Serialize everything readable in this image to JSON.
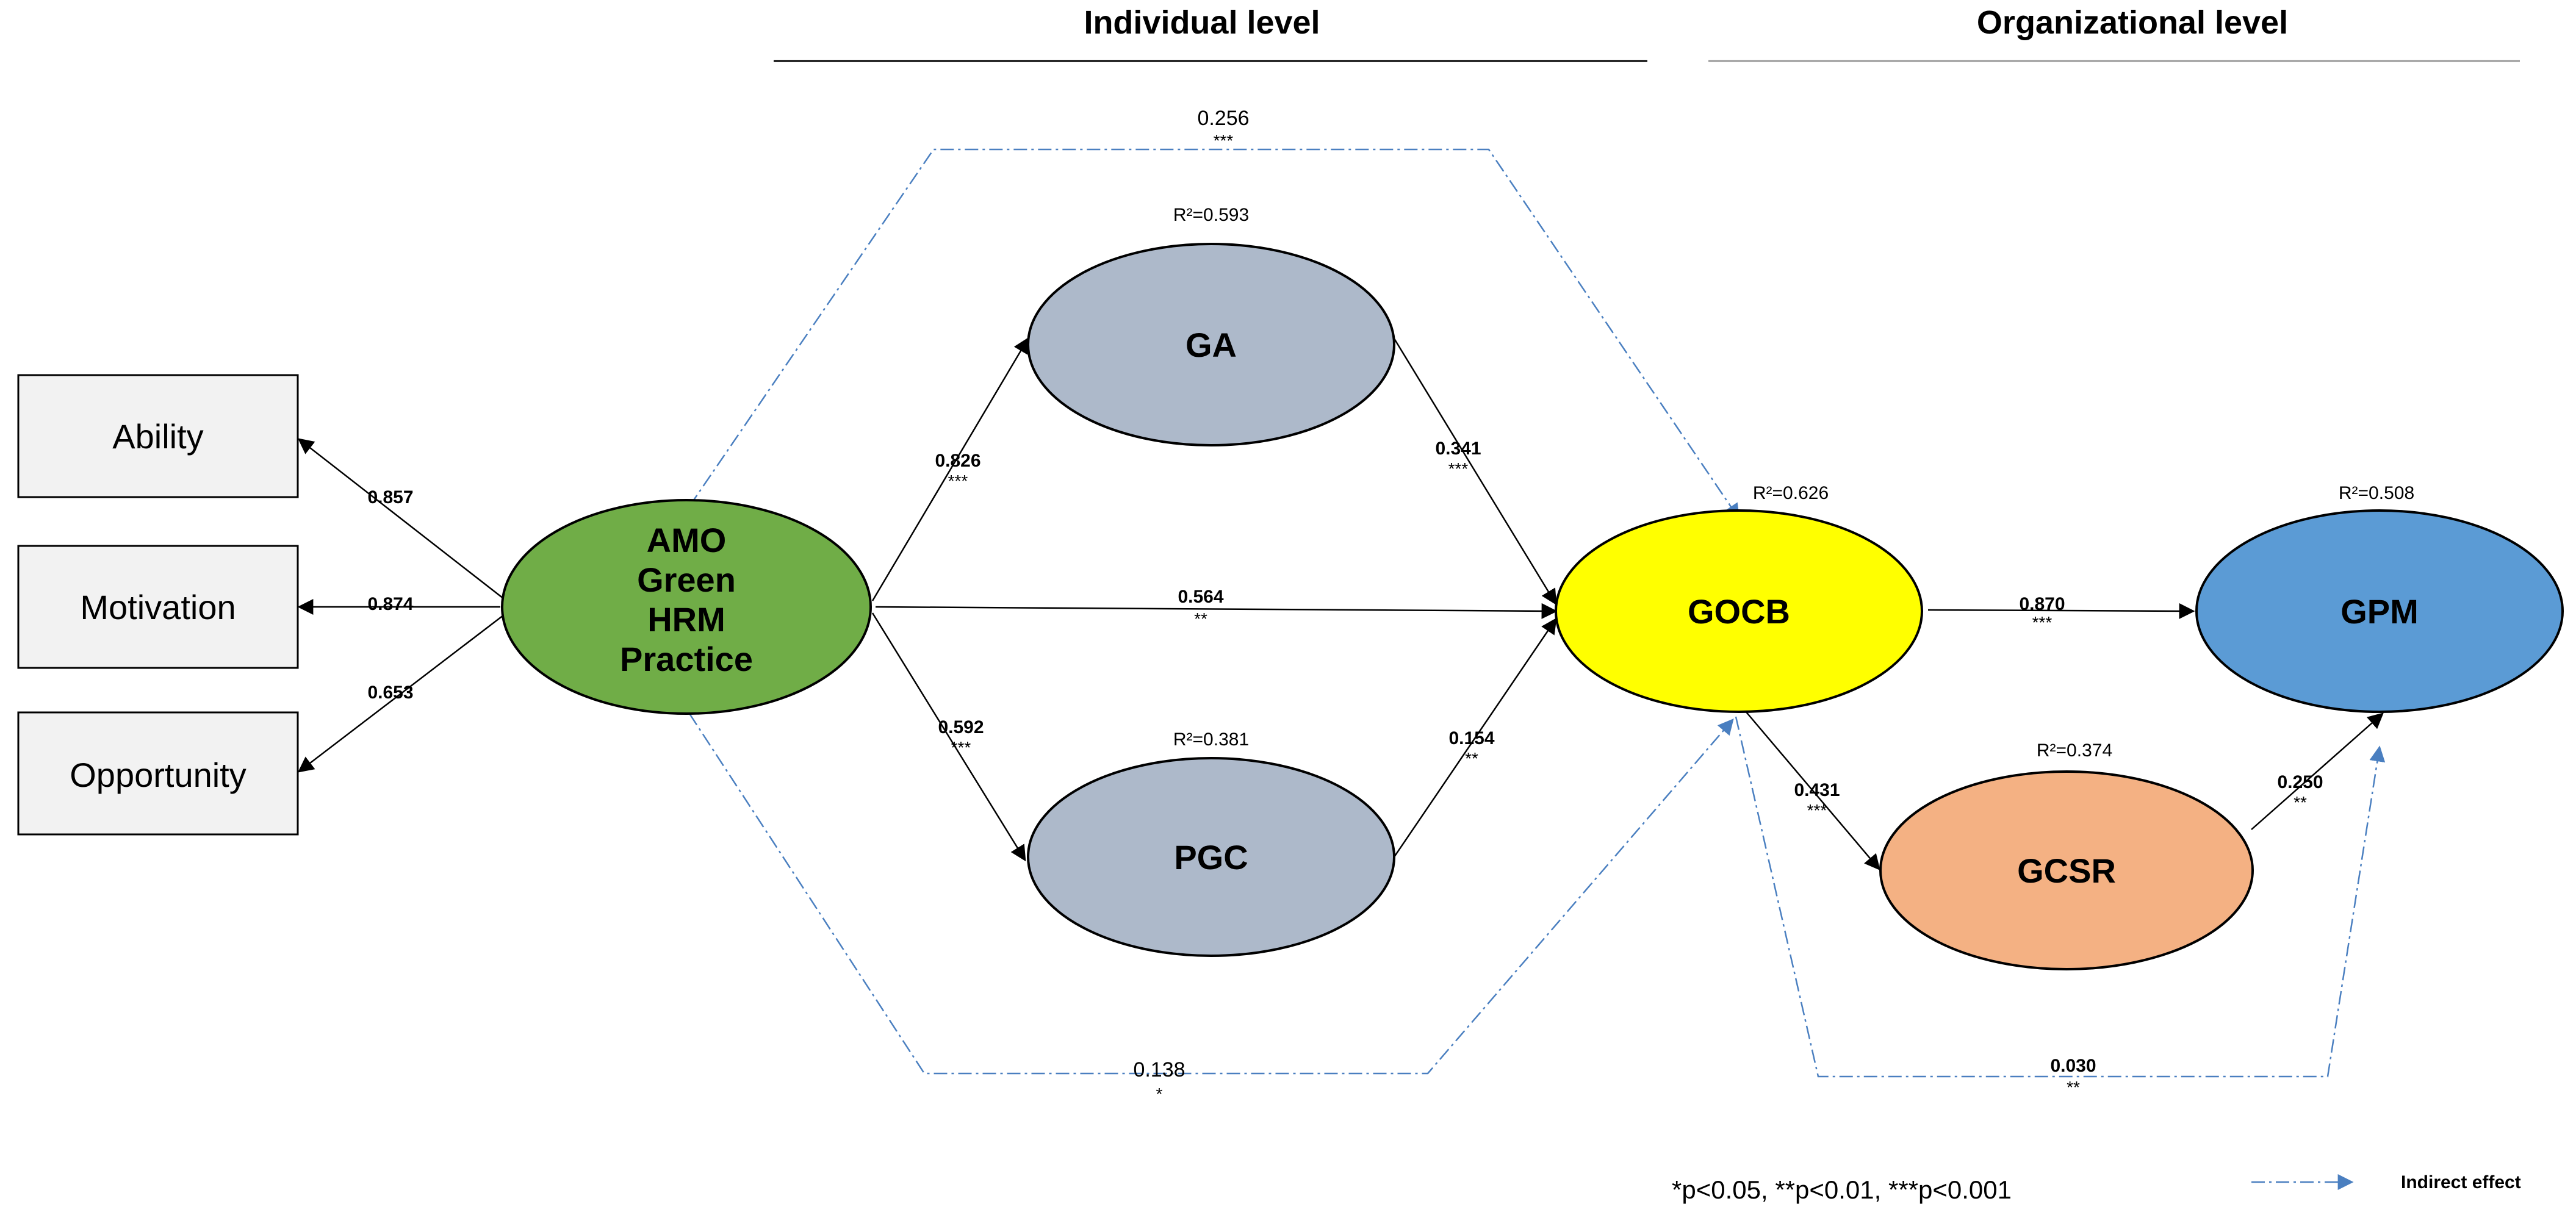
{
  "headers": {
    "individual": "Individual level",
    "organizational": "Organizational level"
  },
  "nodes": {
    "ability": "Ability",
    "motivation": "Motivation",
    "opportunity": "Opportunity",
    "amo_line1": "AMO",
    "amo_line2": "Green",
    "amo_line3": "HRM",
    "amo_line4": "Practice",
    "ga": "GA",
    "pgc": "PGC",
    "gocb": "GOCB",
    "gpm": "GPM",
    "gcsr": "GCSR"
  },
  "r_squared": {
    "ga": "R²=0.593",
    "pgc": "R²=0.381",
    "gocb": "R²=0.626",
    "gpm": "R²=0.508",
    "gcsr": "R²=0.374"
  },
  "paths": {
    "ability": {
      "coef": "0.857"
    },
    "motivation": {
      "coef": "0.874"
    },
    "opportunity": {
      "coef": "0.653"
    },
    "amo_ga": {
      "coef": "0.826",
      "sig": "***"
    },
    "amo_gocb": {
      "coef": "0.564",
      "sig": "**"
    },
    "amo_pgc": {
      "coef": "0.592",
      "sig": "***"
    },
    "ga_gocb": {
      "coef": "0.341",
      "sig": "***"
    },
    "pgc_gocb": {
      "coef": "0.154",
      "sig": "**"
    },
    "gocb_gpm": {
      "coef": "0.870",
      "sig": "***"
    },
    "gocb_gcsr": {
      "coef": "0.431",
      "sig": "***"
    },
    "gcsr_gpm": {
      "coef": "0.250",
      "sig": "**"
    }
  },
  "indirect": {
    "top": {
      "coef": "0.256",
      "sig": "***"
    },
    "bottom": {
      "coef": "0.138",
      "sig": "*"
    },
    "right": {
      "coef": "0.030",
      "sig": "**"
    }
  },
  "legend": {
    "significance": "*p<0.05, **p<0.01, ***p<0.001",
    "indirect_label": "Indirect effect"
  },
  "colors": {
    "amo": "#70ad47",
    "ga": "#adb9ca",
    "pgc": "#adb9ca",
    "gocb": "#ffff00",
    "gpm": "#5b9bd5",
    "gcsr": "#f4b183",
    "box": "#f2f2f2",
    "indirect_line": "#4a7fc0"
  }
}
